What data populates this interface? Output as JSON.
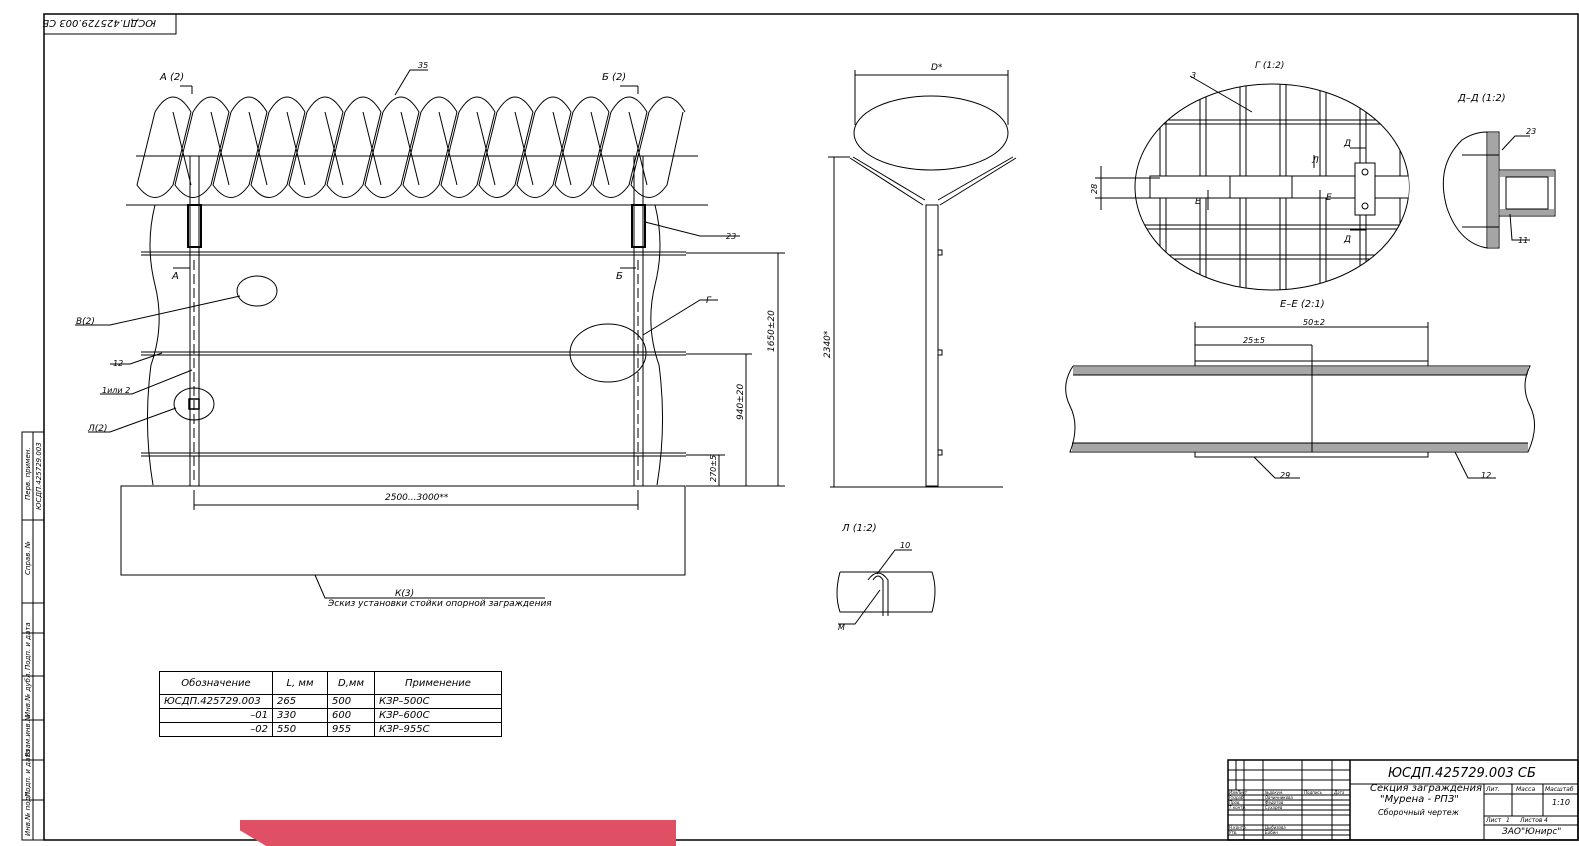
{
  "stamp_top": "ЮСДП.425729.003 СБ",
  "labels": {
    "view_a": "А (2)",
    "view_b": "Б (2)",
    "pos35": "35",
    "pos23": "23",
    "sec_a": "А",
    "sec_b": "Б",
    "v2": "В(2)",
    "p12": "12",
    "p1or2": "1или 2",
    "l2": "Л(2)",
    "g": "Г",
    "dim2500": "2500...3000**",
    "dim1650": "1650±20",
    "dim940": "940±20",
    "dim270": "270±5",
    "k3": "К(3)",
    "sketch_caption": "Эскиз установки стойки опорной заграждения",
    "d_star": "D*",
    "h2340": "2340*",
    "view_l": "Л (1:2)",
    "p10": "10",
    "pm": "М",
    "view_g": "Г (1:2)",
    "p3": "3",
    "d28": "28",
    "mark_d1": "Д",
    "mark_d2": "Д",
    "mark_l": "Л",
    "mark_e1": "Е",
    "mark_e2": "Е",
    "view_dd": "Д–Д (1:2)",
    "p23b": "23",
    "p11": "11",
    "view_ee": "Е–Е (2:1)",
    "dim50": "50±2",
    "dim25": "25±5",
    "p29": "29",
    "p12b": "12"
  },
  "side_labels": [
    "Перв. примен.",
    "ЮСДП.425729.003",
    "Справ. №",
    "Подп. и дата",
    "Инв.№ дубл.",
    "Взам.инв.№",
    "Подп. и дата",
    "Инв.№ подл."
  ],
  "spec_table": {
    "headers": [
      "Обозначение",
      "L, мм",
      "D,мм",
      "Применение"
    ],
    "rows": [
      [
        "ЮСДП.425729.003",
        "265",
        "500",
        "КЗР–500С"
      ],
      [
        "–01",
        "330",
        "600",
        "КЗР–600С"
      ],
      [
        "–02",
        "550",
        "955",
        "КЗР–955С"
      ]
    ]
  },
  "title_block": {
    "doc_number": "ЮСДП.425729.003 СБ",
    "title_line1": "Секция заграждения",
    "title_line2": "\"Мурена - РПЗ\"",
    "doc_type": "Сборочный чертеж",
    "company": "ЗАО\"Юнирс\"",
    "col_headers": [
      "Изм",
      "Лист",
      "№докум.",
      "Подпись",
      "Дата"
    ],
    "roles": [
      "Разраб.",
      "Пров.",
      "Т.контр.",
      "Н.контр.",
      "Утв."
    ],
    "names": [
      "Овчинникова",
      "Федотов",
      "Сухарев",
      "Цыбизова",
      "Бабин"
    ],
    "lit": "Лит.",
    "mass": "Масса",
    "scale": "Масштаб",
    "scale_val": "1:10",
    "sheet": "Лист",
    "sheet_val": "1",
    "sheets": "Листов",
    "sheets_val": "4"
  }
}
